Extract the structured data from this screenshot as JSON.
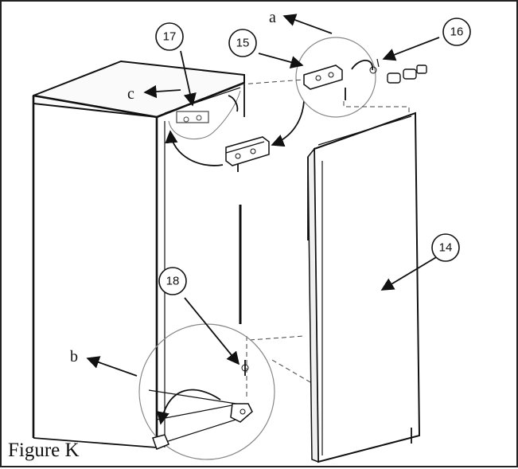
{
  "caption": "Figure K",
  "letters": {
    "a": "a",
    "b": "b",
    "c": "c"
  },
  "callouts": {
    "n14": "14",
    "n15": "15",
    "n16": "16",
    "n17": "17",
    "n18": "18"
  }
}
